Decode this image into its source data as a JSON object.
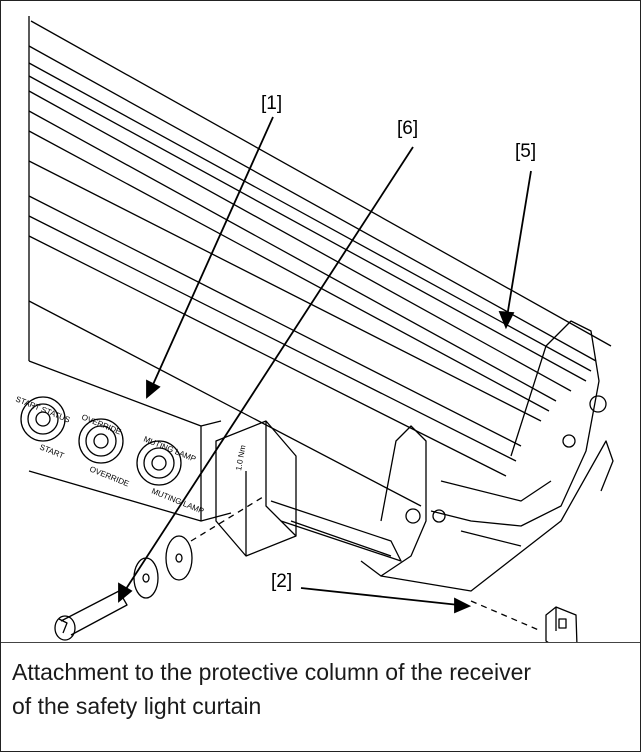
{
  "figure": {
    "callouts": {
      "c1": "[1]",
      "c2": "[2]",
      "c5": "[5]",
      "c6": "[6]"
    },
    "connector_labels": {
      "start": "START",
      "start_status": "START STATUS",
      "override": "OVERRIDE",
      "override2": "OVERRIDE",
      "muting_lamp": "MUTING LAMP",
      "muting_lamp2": "MUTING LAMP",
      "torque": "1.0 Nm"
    }
  },
  "caption": {
    "line1": "Attachment to the protective column of the receiver",
    "line2": "of the safety light curtain"
  }
}
